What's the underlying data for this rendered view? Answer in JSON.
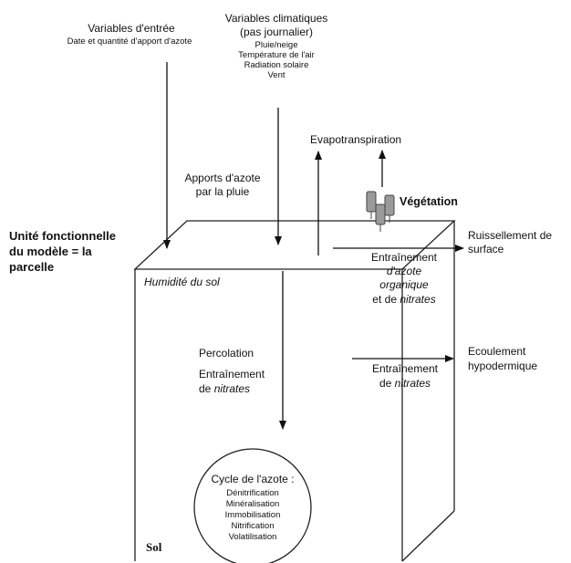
{
  "inputs": {
    "title": "Variables d'entrée",
    "subtitle": "Date et quantité d'apport d'azote"
  },
  "climate": {
    "title_line1": "Variables climatiques",
    "title_line2": "(pas journalier)",
    "items": [
      "Pluie/neige",
      "Température de l'air",
      "Radiation solaire",
      "Vent"
    ]
  },
  "evapotranspiration": "Evapotranspiration",
  "vegetation": "Végétation",
  "rain_nitrogen": [
    "Apports d'azote",
    "par la pluie"
  ],
  "functional_unit": [
    "Unité fonctionnelle",
    "du modèle = la",
    "parcelle"
  ],
  "runoff": [
    "Ruissellement de",
    "surface"
  ],
  "surface_entrainment": {
    "line1": "Entraînement",
    "line2": "d'azote",
    "line3": "organique",
    "line4_prefix": "et de ",
    "line4_italic": "nitrates"
  },
  "soil_moisture": "Humidité du sol",
  "percolation": "Percolation",
  "percolation_entrainment": {
    "line1": "Entraînement",
    "line2_prefix": "de ",
    "line2_italic": "nitrates"
  },
  "subsurface_flow": [
    "Ecoulement",
    "hypodermique"
  ],
  "subsurface_entrainment": {
    "line1": "Entraînement",
    "line2_prefix": "de ",
    "line2_italic": "nitrates"
  },
  "nitrogen_cycle": {
    "title": "Cycle de l'azote :",
    "items": [
      "Dénitrification",
      "Minéralisation",
      "Immobilisation",
      "Nitrification",
      "Volatilisation"
    ]
  },
  "soil_label": "Sol"
}
